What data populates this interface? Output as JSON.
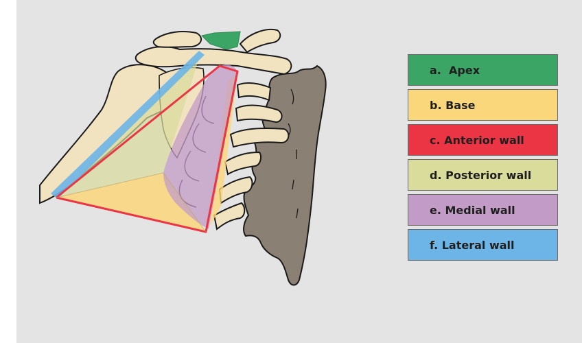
{
  "legend": {
    "items": [
      {
        "label": "a.  Apex",
        "color": "#3aa564"
      },
      {
        "label": "b. Base",
        "color": "#fbd77b"
      },
      {
        "label": "c. Anterior wall",
        "color": "#ec3544"
      },
      {
        "label": "d. Posterior wall",
        "color": "#d9dc9b"
      },
      {
        "label": "e. Medial wall",
        "color": "#c39bc7"
      },
      {
        "label": "f. Lateral wall",
        "color": "#6db5e7"
      }
    ]
  },
  "colors": {
    "background": "#e4e4e4",
    "bone": "#f1e2c0",
    "vertebra": "#8a8073",
    "outline": "#1a1a1a"
  }
}
